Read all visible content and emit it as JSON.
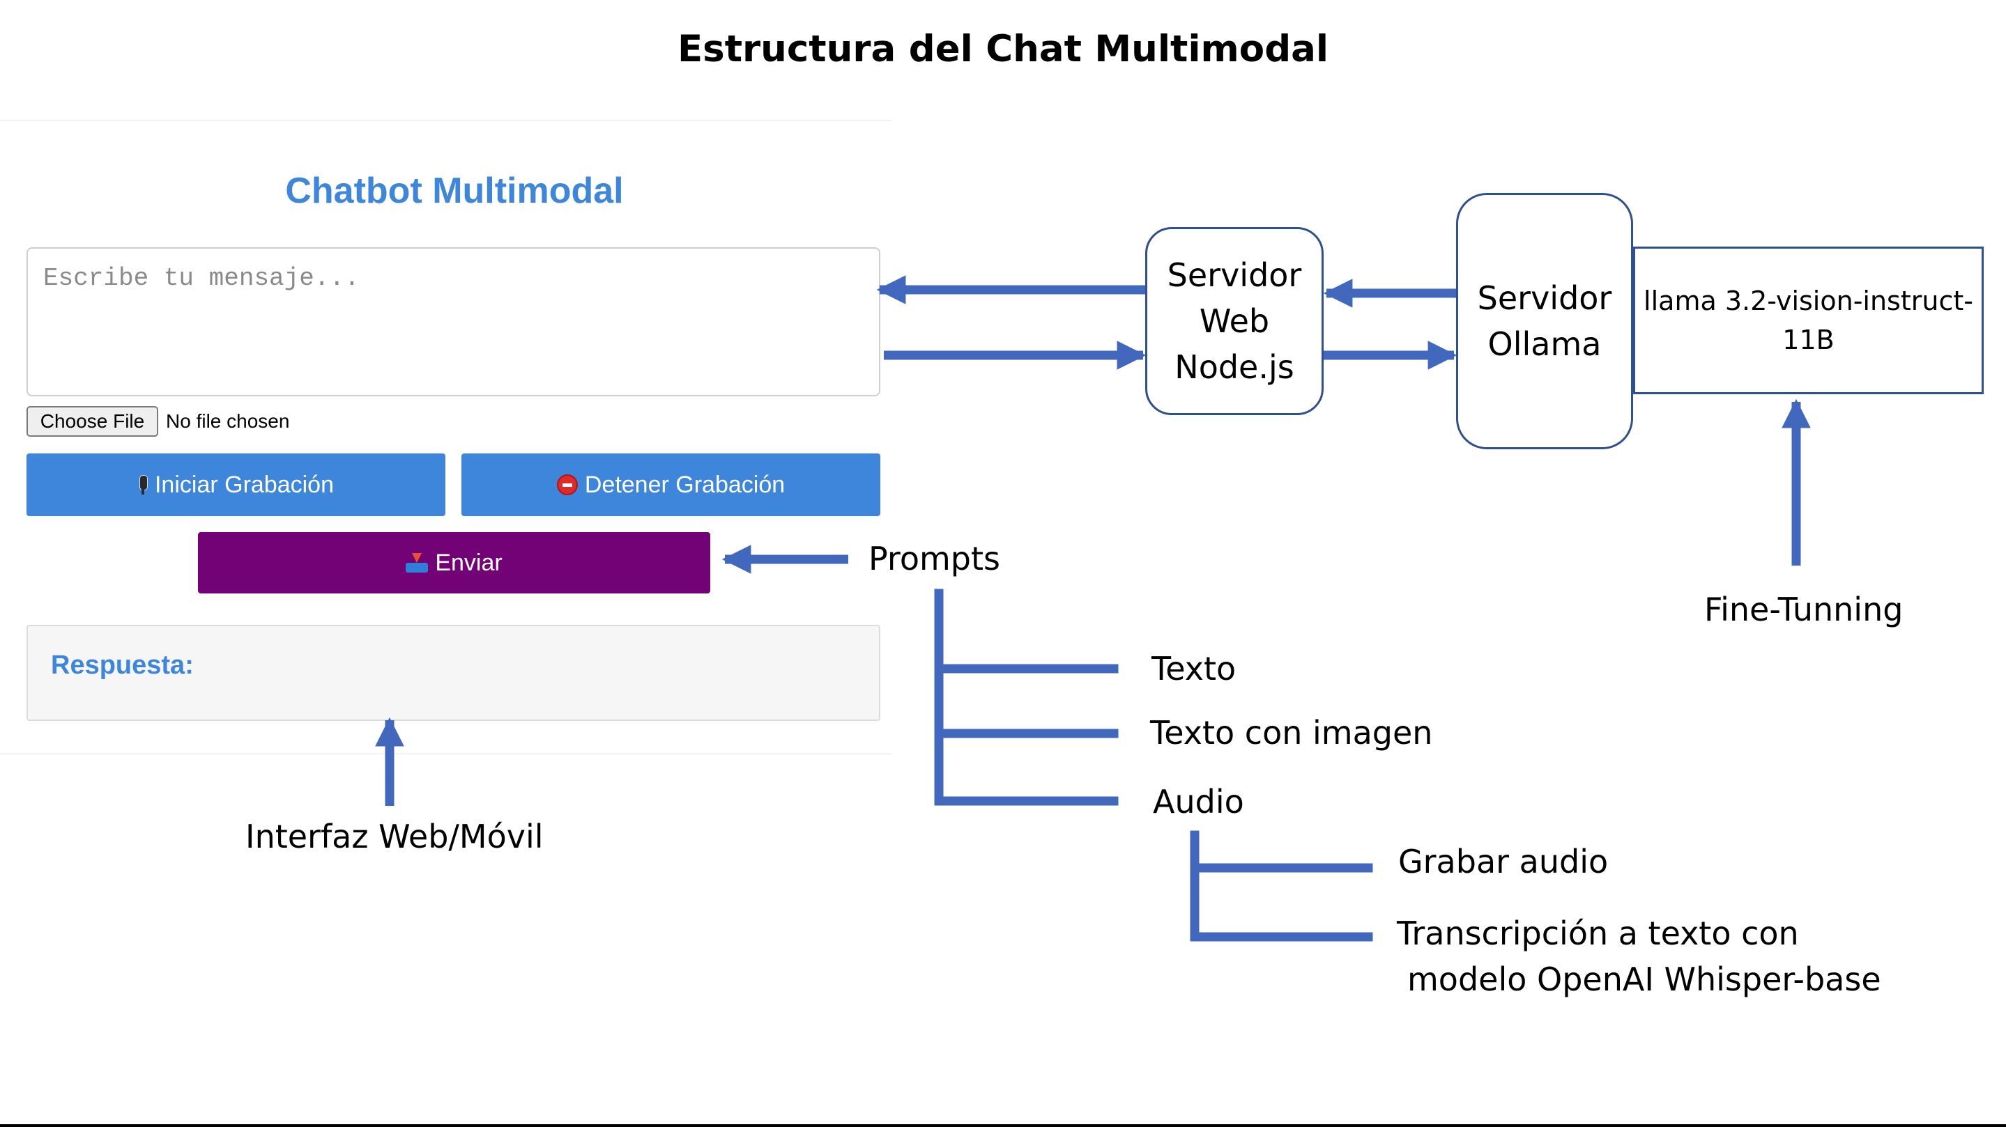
{
  "slide": {
    "title": "Estructura del Chat Multimodal"
  },
  "chat_ui": {
    "title": "Chatbot Multimodal",
    "message_placeholder": "Escribe tu mensaje...",
    "file_button_label": "Choose File",
    "file_status": "No file chosen",
    "start_recording_label": "Iniciar Grabación",
    "stop_recording_label": "Detener Grabación",
    "send_label": "Enviar",
    "response_label": "Respuesta:"
  },
  "diagram": {
    "web_server": "Servidor\nWeb\nNode.js",
    "ollama_server": "Servidor\nOllama",
    "model": "llama 3.2-vision-instruct-\n11B",
    "fine_tuning": "Fine-Tunning",
    "interface_label": "Interfaz Web/Móvil",
    "prompts_label": "Prompts",
    "prompt_types": {
      "text": "Texto",
      "text_image": "Texto con imagen",
      "audio": "Audio"
    },
    "audio_steps": {
      "record": "Grabar audio",
      "transcription_line1": "Transcripción a texto con",
      "transcription_line2": "modelo OpenAI Whisper-base"
    },
    "arrow_color": "#4268bd"
  }
}
